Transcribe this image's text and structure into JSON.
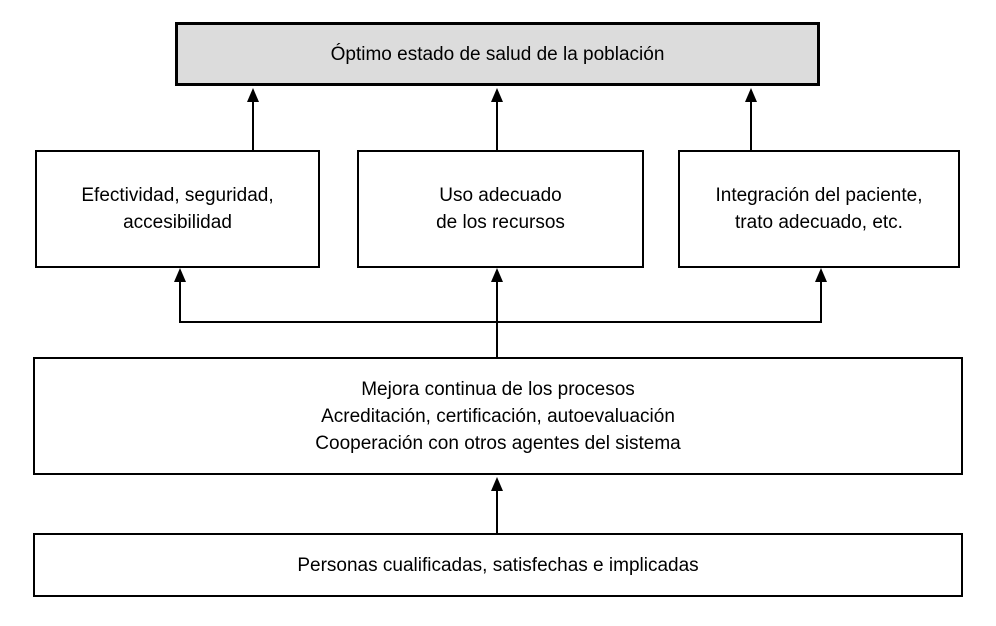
{
  "diagram": {
    "colors": {
      "background": "#ffffff",
      "box_border": "#000000",
      "top_box_fill": "#dcdcdc",
      "text": "#000000",
      "arrow": "#000000"
    },
    "boxes": {
      "top": {
        "label": "Óptimo estado de salud de la población"
      },
      "outcomes": [
        {
          "id": "effectiveness",
          "label": "Efectividad, seguridad,\naccesibilidad"
        },
        {
          "id": "resources",
          "label": "Uso adecuado\nde los recursos"
        },
        {
          "id": "patient",
          "label": "Integración del paciente,\ntrato adecuado, etc."
        }
      ],
      "process": {
        "label": "Mejora continua de los procesos\nAcreditación, certificación, autoevaluación\nCooperación con otros agentes del sistema"
      },
      "people": {
        "label": "Personas cualificadas, satisfechas e implicadas"
      }
    },
    "arrows": [
      {
        "from": "effectiveness",
        "to": "top"
      },
      {
        "from": "resources",
        "to": "top"
      },
      {
        "from": "patient",
        "to": "top"
      },
      {
        "from": "process",
        "to": "effectiveness"
      },
      {
        "from": "process",
        "to": "resources"
      },
      {
        "from": "process",
        "to": "patient"
      },
      {
        "from": "people",
        "to": "process"
      }
    ]
  }
}
